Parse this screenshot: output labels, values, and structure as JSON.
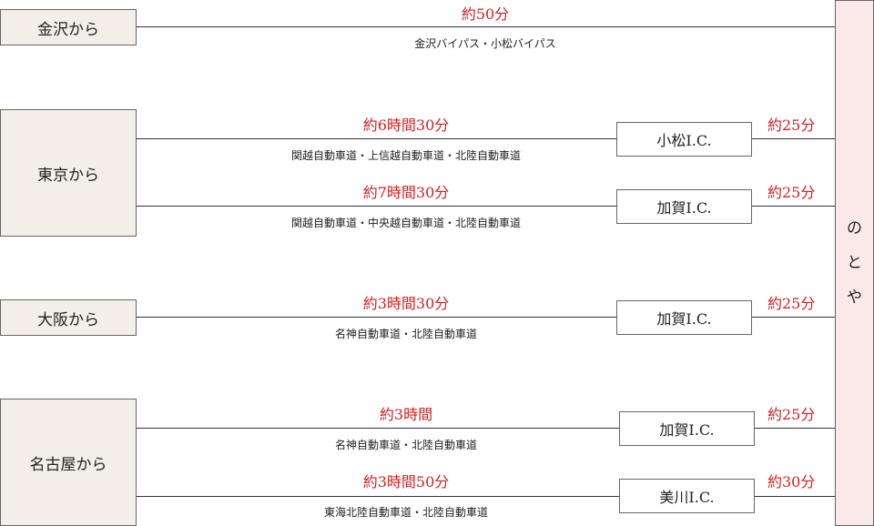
{
  "destination": {
    "chars": [
      "の",
      "と",
      "や"
    ]
  },
  "origins": {
    "kanazawa": "金沢から",
    "tokyo": "東京から",
    "osaka": "大阪から",
    "nagoya": "名古屋から"
  },
  "routes": {
    "kanazawa": {
      "time": "約50分",
      "road": "金沢バイパス・小松バイパス"
    },
    "tokyo1": {
      "time": "約6時間30分",
      "road": "関越自動車道・上信越自動車道・北陸自動車道",
      "ic": "小松I.C.",
      "ic_time": "約25分"
    },
    "tokyo2": {
      "time": "約7時間30分",
      "road": "関越自動車道・中央越自動車道・北陸自動車道",
      "ic": "加賀I.C.",
      "ic_time": "約25分"
    },
    "osaka": {
      "time": "約3時間30分",
      "road": "名神自動車道・北陸自動車道",
      "ic": "加賀I.C.",
      "ic_time": "約25分"
    },
    "nagoya1": {
      "time": "約3時間",
      "road": "名神自動車道・北陸自動車道",
      "ic": "加賀I.C.",
      "ic_time": "約25分"
    },
    "nagoya2": {
      "time": "約3時間50分",
      "road": "東海北陸自動車道・北陸自動車道",
      "ic": "美川I.C.",
      "ic_time": "約30分"
    }
  }
}
